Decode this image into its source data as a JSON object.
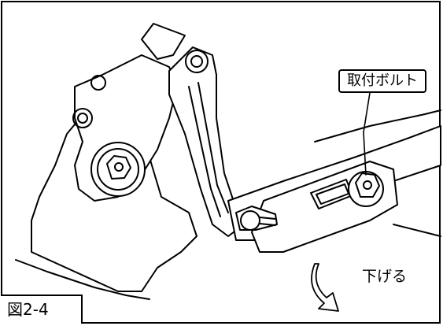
{
  "callout": {
    "text": "取付ボルト"
  },
  "direction_label": {
    "text": "下げる"
  },
  "figure_label": {
    "text": "図2-4"
  }
}
